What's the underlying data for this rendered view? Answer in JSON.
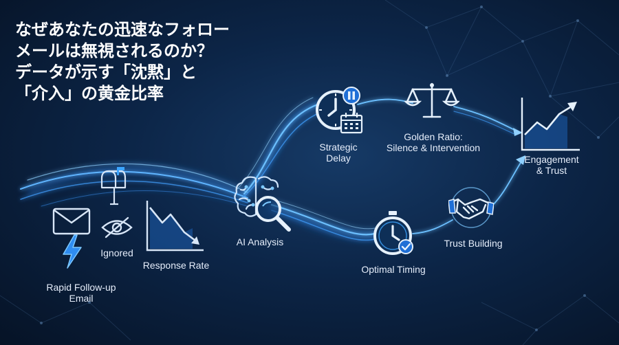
{
  "title_lines": [
    "なぜあなたの迅速なフォロー",
    "メールは無視されるのか？",
    "データが示す「沈黙」と",
    "「介入」の黄金比率"
  ],
  "nodes": {
    "rapid_followup": "Rapid Follow-up\nEmail",
    "ignored": "Ignored",
    "response_rate": "Response Rate",
    "ai_analysis": "AI Analysis",
    "strategic_delay": "Strategic\nDelay",
    "golden_ratio": "Golden Ratio:\nSilence & Intervention",
    "optimal_timing": "Optimal Timing",
    "trust_building": "Trust Building",
    "engagement_trust": "Engagement\n& Trust"
  },
  "colors": {
    "accent": "#3da5ff",
    "glow": "#7cc8ff",
    "icon": "#d8e6f7",
    "background": "#0c2547"
  },
  "icons": [
    "mailbox-icon",
    "envelope-icon",
    "lightning-icon",
    "eye-slash-icon",
    "declining-chart-icon",
    "brain-icon",
    "magnifier-icon",
    "clock-icon",
    "pause-icon",
    "calendar-icon",
    "balance-scale-icon",
    "timer-check-icon",
    "handshake-icon",
    "growth-chart-icon"
  ]
}
